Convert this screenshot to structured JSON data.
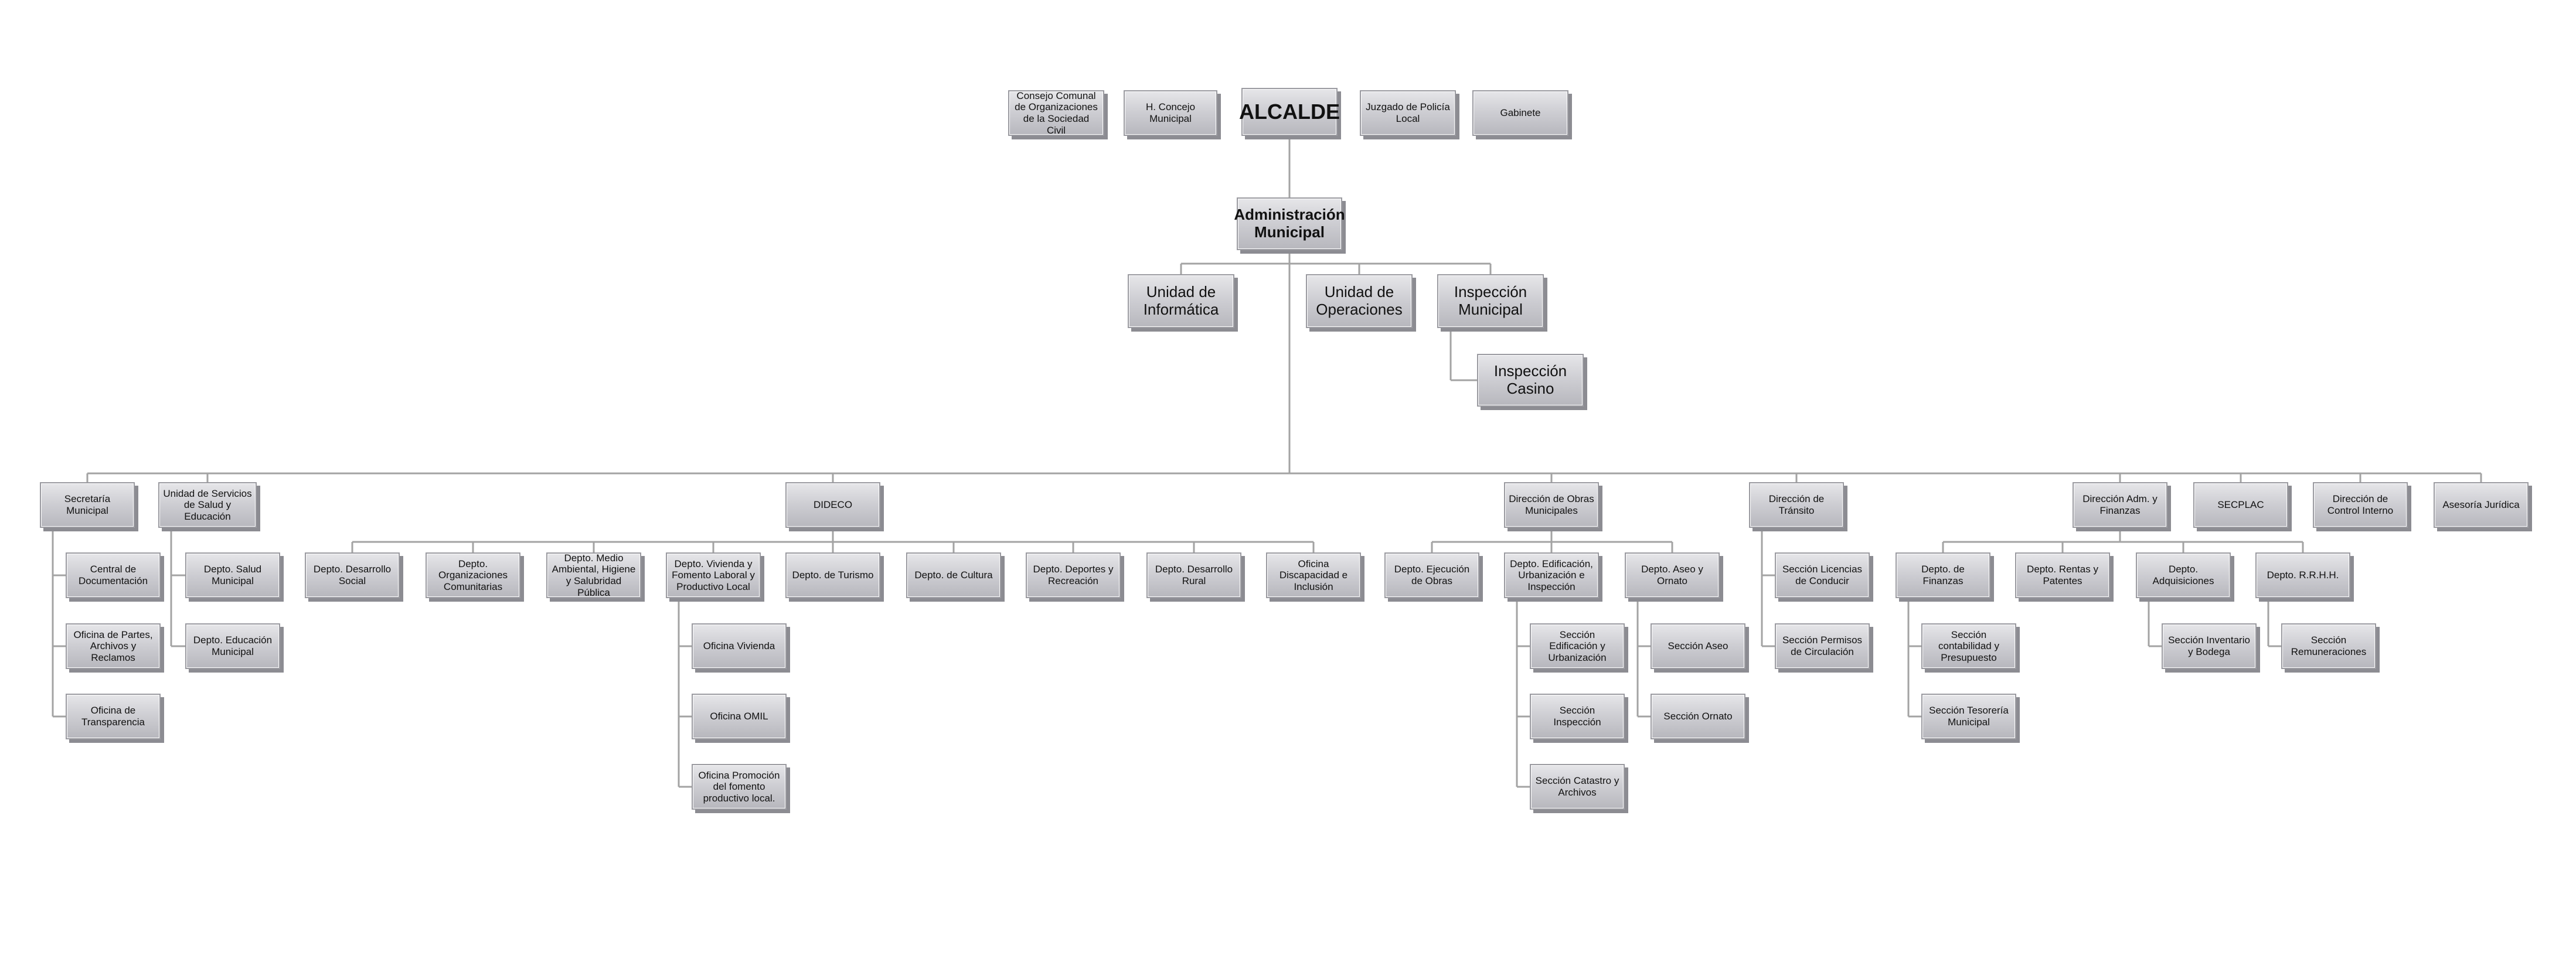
{
  "colors": {
    "connector": "#a3a3a3",
    "box_light": "#e6e6e9",
    "box_dark": "#b7b7bd",
    "shadow": "#8c8c92"
  },
  "nodes": {
    "consejo": "Consejo Comunal de Organizaciones de la Sociedad Civil",
    "concejo": "H. Concejo Municipal",
    "alcalde": "ALCALDE",
    "juzgado": "Juzgado de Policía Local",
    "gabinete": "Gabinete",
    "administracion": "Administración Municipal",
    "informatica": "Unidad de Informática",
    "operaciones": "Unidad de Operaciones",
    "inspeccion_municipal": "Inspección Municipal",
    "inspeccion_casino": "Inspección Casino",
    "secretaria": "Secretaría Municipal",
    "central_doc": "Central de Documentación",
    "oficina_partes": "Oficina de Partes, Archivos y Reclamos",
    "oficina_transparencia": "Oficina de Transparencia",
    "salud_educacion": "Unidad de Servicios de Salud y Educación",
    "depto_salud": "Depto. Salud Municipal",
    "depto_educacion": "Depto. Educación Municipal",
    "dideco": "DIDECO",
    "desarrollo_social": "Depto. Desarrollo Social",
    "organizaciones": "Depto. Organizaciones Comunitarias",
    "medio_ambiental": "Depto. Medio Ambiental, Higiene y Salubridad Pública",
    "vivienda_fomento": "Depto. Vivienda y Fomento Laboral y Productivo Local",
    "oficina_vivienda": "Oficina Vivienda",
    "oficina_omil": "Oficina OMIL",
    "oficina_promocion": "Oficina Promoción del fomento productivo local.",
    "turismo": "Depto. de Turismo",
    "cultura": "Depto. de Cultura",
    "deportes": "Depto. Deportes y Recreación",
    "desarrollo_rural": "Depto. Desarrollo Rural",
    "discapacidad": "Oficina Discapacidad e Inclusión",
    "obras": "Dirección de Obras Municipales",
    "ejecucion_obras": "Depto. Ejecución de Obras",
    "edificacion": "Depto. Edificación, Urbanización e Inspección",
    "seccion_edificacion": "Sección Edificación y Urbanización",
    "seccion_inspeccion": "Sección Inspección",
    "seccion_catastro": "Sección Catastro y Archivos",
    "aseo_ornato": "Depto. Aseo y Ornato",
    "seccion_aseo": "Sección Aseo",
    "seccion_ornato": "Sección Ornato",
    "transito": "Dirección de Tránsito",
    "licencias": "Sección Licencias de Conducir",
    "permisos": "Sección Permisos de Circulación",
    "finanzas_dir": "Dirección Adm. y Finanzas",
    "depto_finanzas": "Depto. de Finanzas",
    "contabilidad": "Sección contabilidad y Presupuesto",
    "tesoreria": "Sección Tesorería Municipal",
    "rentas": "Depto. Rentas y Patentes",
    "adquisiciones": "Depto. Adquisiciones",
    "inventario": "Sección Inventario y Bodega",
    "rrhh": "Depto. R.R.H.H.",
    "remuneraciones": "Sección Remuneraciones",
    "secplac": "SECPLAC",
    "control": "Dirección de Control Interno",
    "asesoria": "Asesoría Jurídica"
  }
}
